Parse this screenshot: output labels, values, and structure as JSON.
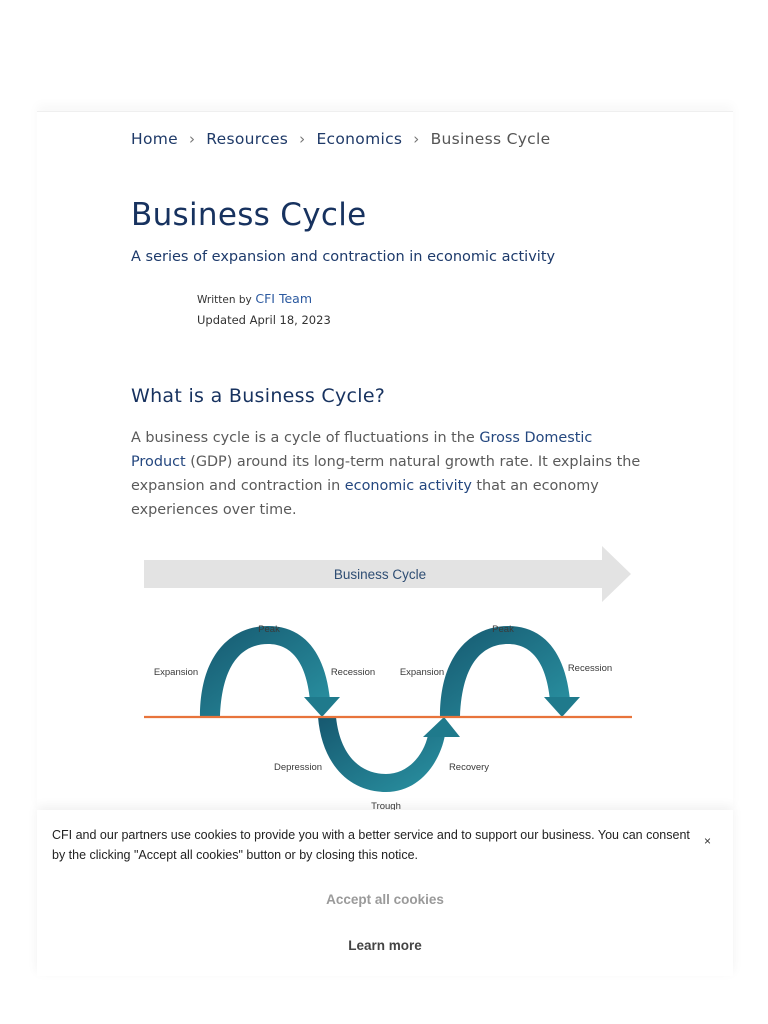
{
  "breadcrumb": {
    "home": "Home",
    "resources": "Resources",
    "economics": "Economics",
    "current": "Business Cycle",
    "separator": "›"
  },
  "article": {
    "title": "Business Cycle",
    "subtitle": "A series of expansion and contraction in economic activity",
    "written_by": "Written by",
    "author": "CFI Team",
    "updated": "Updated April 18, 2023",
    "section_heading": "What is a Business Cycle?",
    "paragraph": {
      "part1": "A business cycle is a cycle of fluctuations in the ",
      "link1": "Gross Domestic Product",
      "part2": " (GDP) around its long-term natural growth rate. It explains the expansion and contraction in ",
      "link2": "economic activity",
      "part3": " that an economy experiences over time."
    }
  },
  "diagram": {
    "banner": "Business Cycle",
    "labels": {
      "peak1": "Peak",
      "expansion1": "Expansion",
      "recession1": "Recession",
      "expansion2": "Expansion",
      "peak2": "Peak",
      "recession2": "Recession",
      "depression": "Depression",
      "recovery": "Recovery",
      "trough": "Trough"
    },
    "colors": {
      "arrow": "#1f7a8c",
      "baseline": "#e8743b",
      "banner": "#e3e3e3"
    }
  },
  "cookie": {
    "text": "CFI and our partners use cookies to provide you with a better service and to support our business. You can consent by the clicking \"Accept all cookies\" button or by closing this notice.",
    "close": "×",
    "accept": "Accept all cookies",
    "learn_more": "Learn more"
  }
}
